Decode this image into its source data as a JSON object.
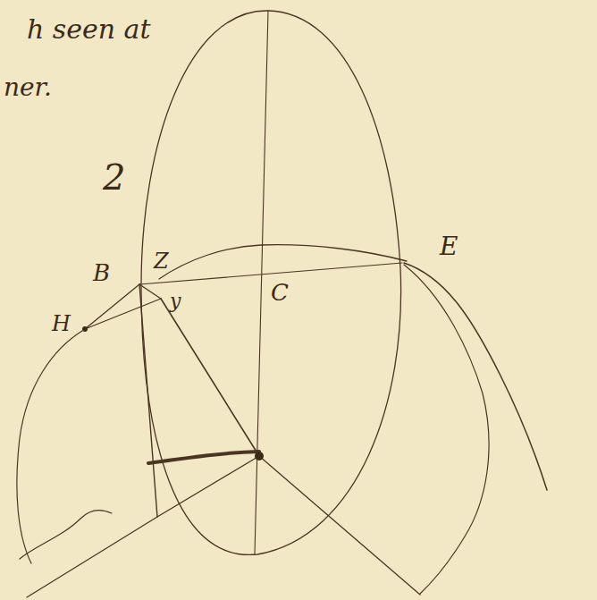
{
  "diagram": {
    "labels": [
      "h seen at",
      "ner.",
      "2",
      "B",
      "Z",
      "y",
      "H",
      "C",
      "E"
    ]
  }
}
